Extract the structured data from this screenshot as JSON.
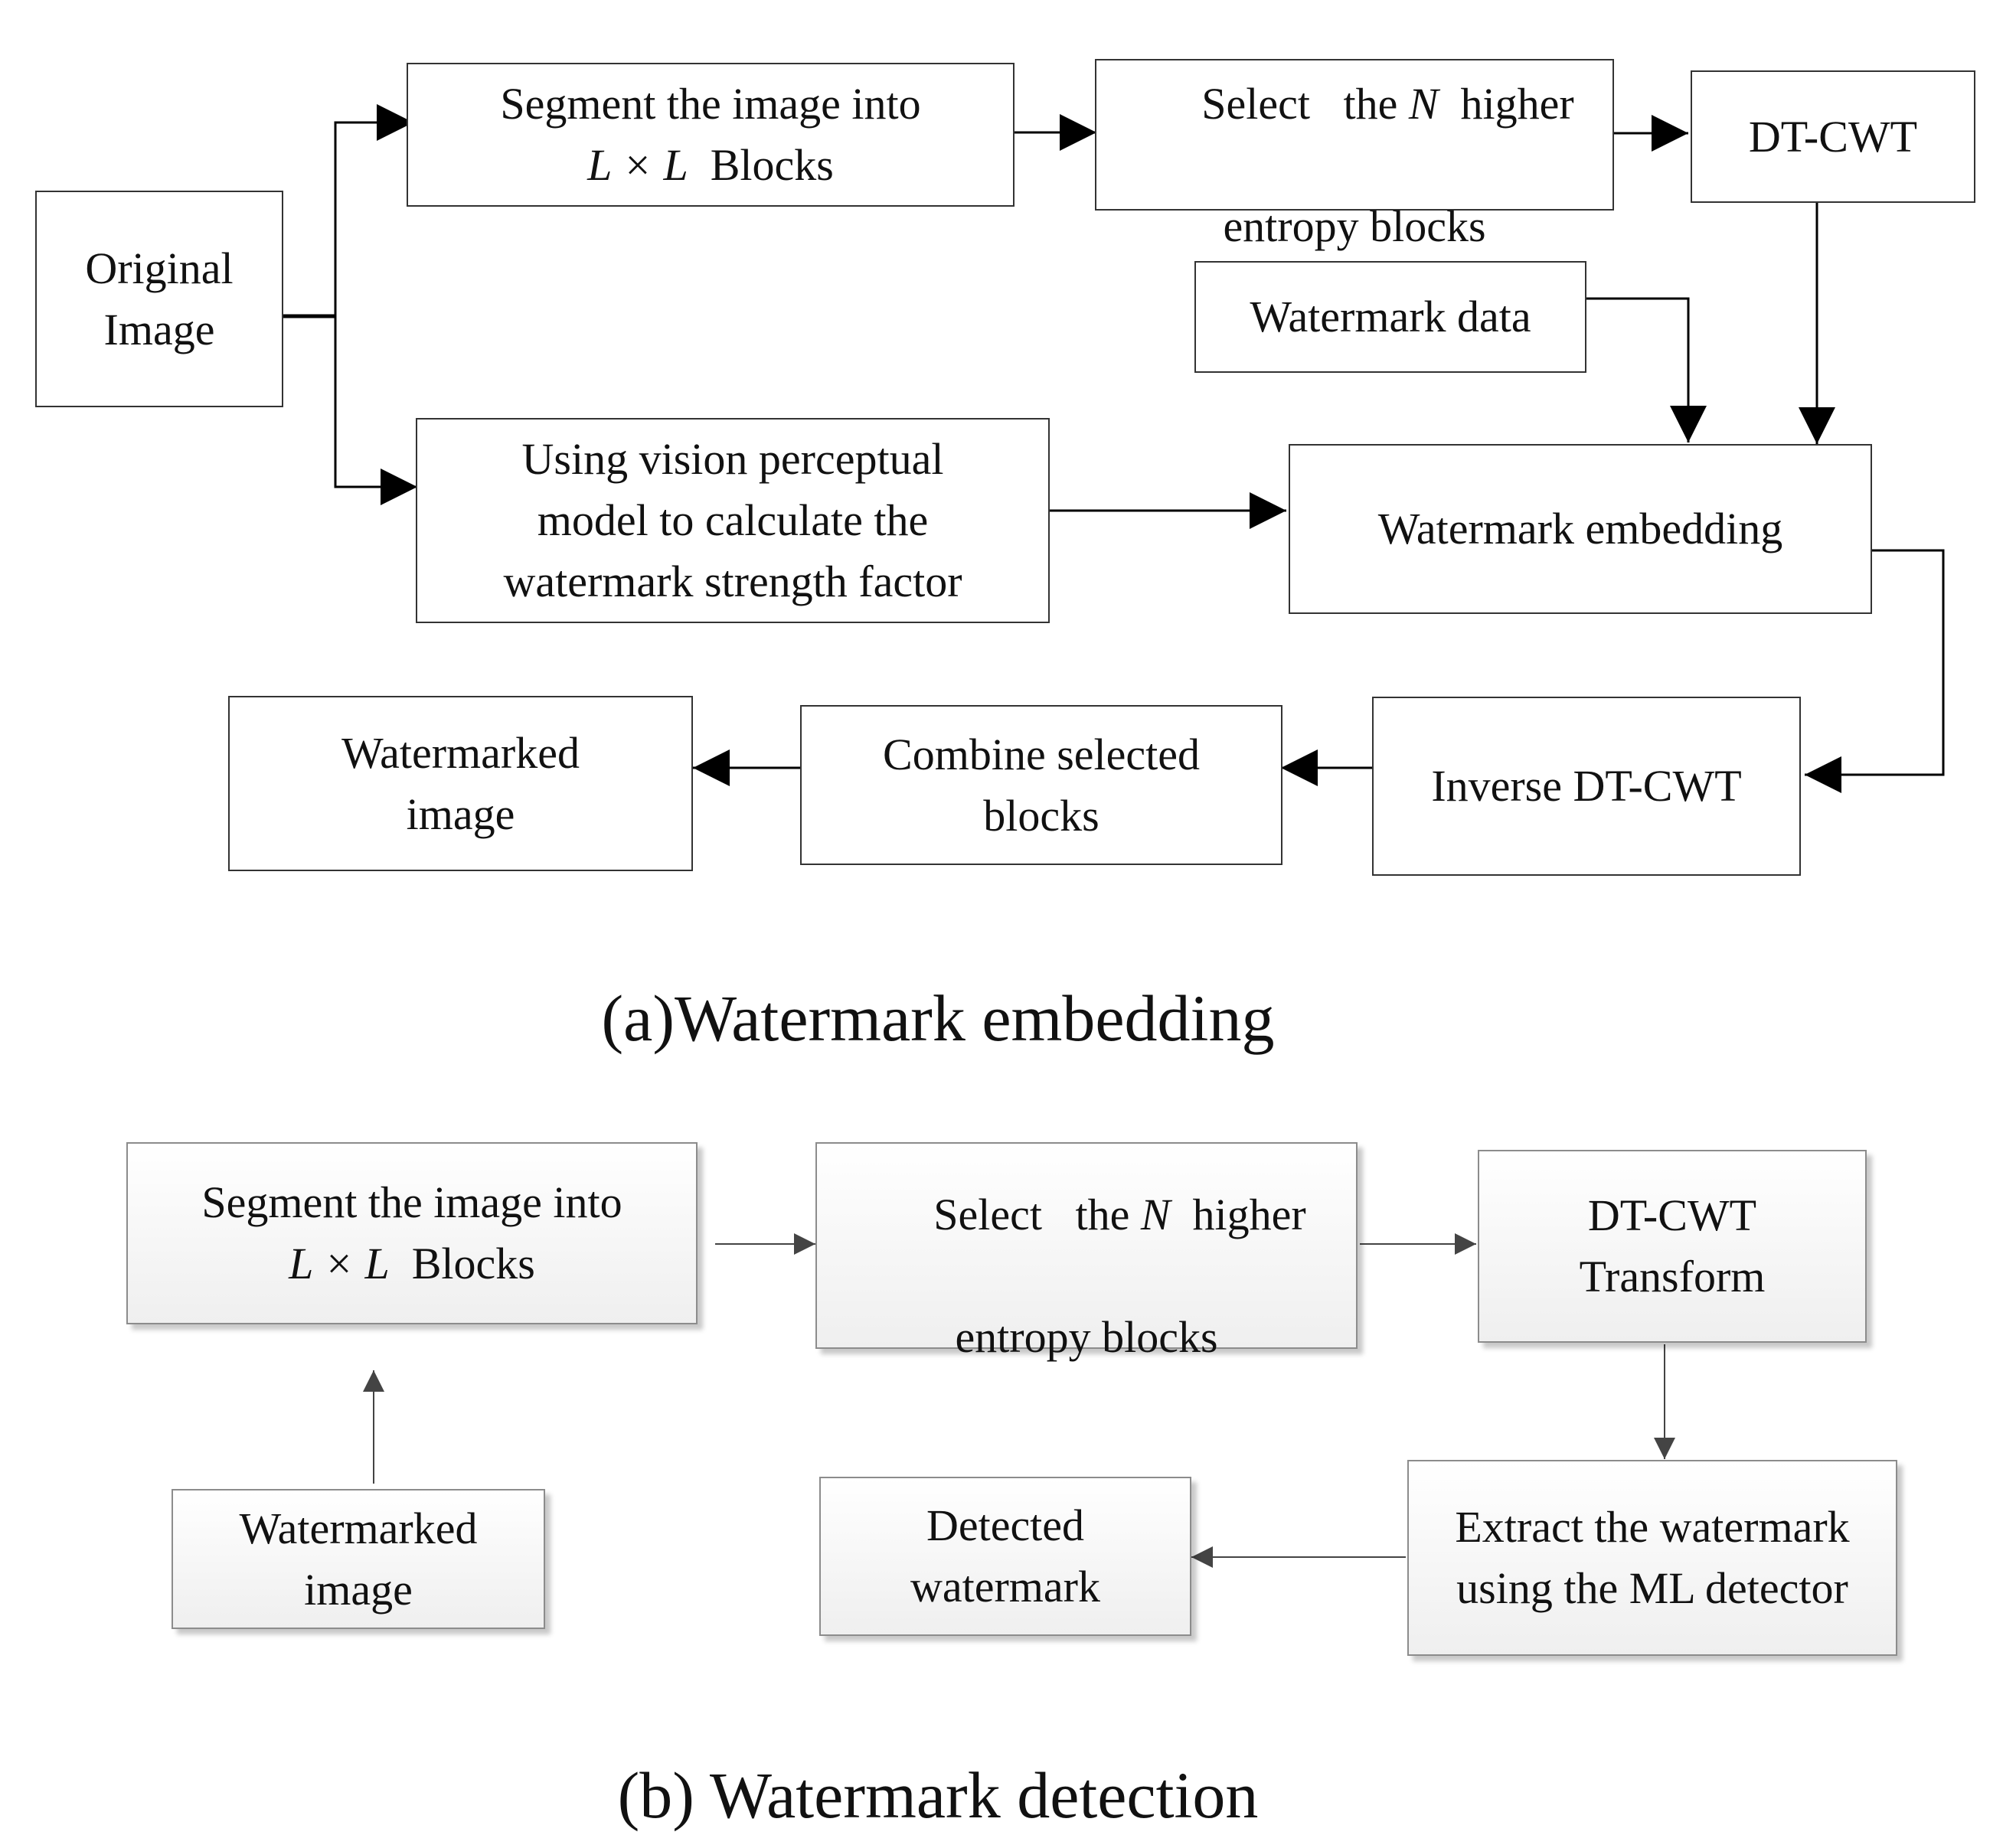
{
  "embedding": {
    "original_image": [
      "Original",
      "Image"
    ],
    "segment": {
      "line1": "Segment the image into",
      "math": "L × L",
      "rest": "Blocks"
    },
    "select": {
      "pre": "Select   the",
      "math": "N",
      "post": "higher",
      "line2": "entropy blocks"
    },
    "dtcwt": "DT-CWT",
    "watermark_data": "Watermark data",
    "vision_model": [
      "Using vision perceptual",
      "model to calculate the",
      "watermark strength factor"
    ],
    "embedding_step": "Watermark embedding",
    "inverse": "Inverse DT-CWT",
    "combine": [
      "Combine selected",
      "blocks"
    ],
    "watermarked": [
      "Watermarked",
      "image"
    ],
    "caption": "(a)Watermark embedding"
  },
  "detection": {
    "segment": {
      "line1": "Segment the image into",
      "math": "L × L",
      "rest": "Blocks"
    },
    "select": {
      "pre": "Select   the",
      "math": "N",
      "post": "higher",
      "line2": "entropy blocks"
    },
    "dtcwt": [
      "DT-CWT",
      "Transform"
    ],
    "watermarked": [
      "Watermarked",
      "image"
    ],
    "detected": [
      "Detected",
      "watermark"
    ],
    "extract": [
      "Extract the watermark",
      "using the ML detector"
    ],
    "caption": "(b) Watermark detection"
  }
}
